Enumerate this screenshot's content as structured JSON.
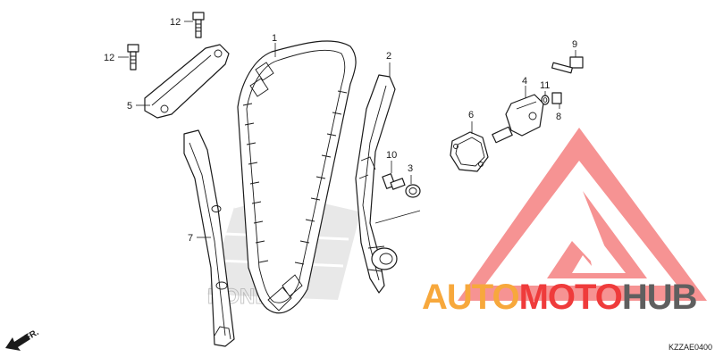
{
  "diagram": {
    "callouts": [
      {
        "id": "1",
        "label": "1"
      },
      {
        "id": "2",
        "label": "2"
      },
      {
        "id": "3",
        "label": "3"
      },
      {
        "id": "4",
        "label": "4"
      },
      {
        "id": "5",
        "label": "5"
      },
      {
        "id": "6",
        "label": "6"
      },
      {
        "id": "7",
        "label": "7"
      },
      {
        "id": "8",
        "label": "8"
      },
      {
        "id": "9",
        "label": "9"
      },
      {
        "id": "10",
        "label": "10"
      },
      {
        "id": "11",
        "label": "11"
      },
      {
        "id": "12a",
        "label": "12"
      },
      {
        "id": "12b",
        "label": "12"
      }
    ],
    "direction_label": "FR.",
    "diagram_code": "KZZAE0400",
    "background_brand": "HONDA"
  },
  "watermark": {
    "word_orange": "AUTO",
    "word_red": "MOTO",
    "word_grey": "HUB",
    "colors": {
      "orange": "#f7a83c",
      "red": "#ef3b3b",
      "grey": "#5f5f5f",
      "logo": "#ef3b3b"
    }
  }
}
